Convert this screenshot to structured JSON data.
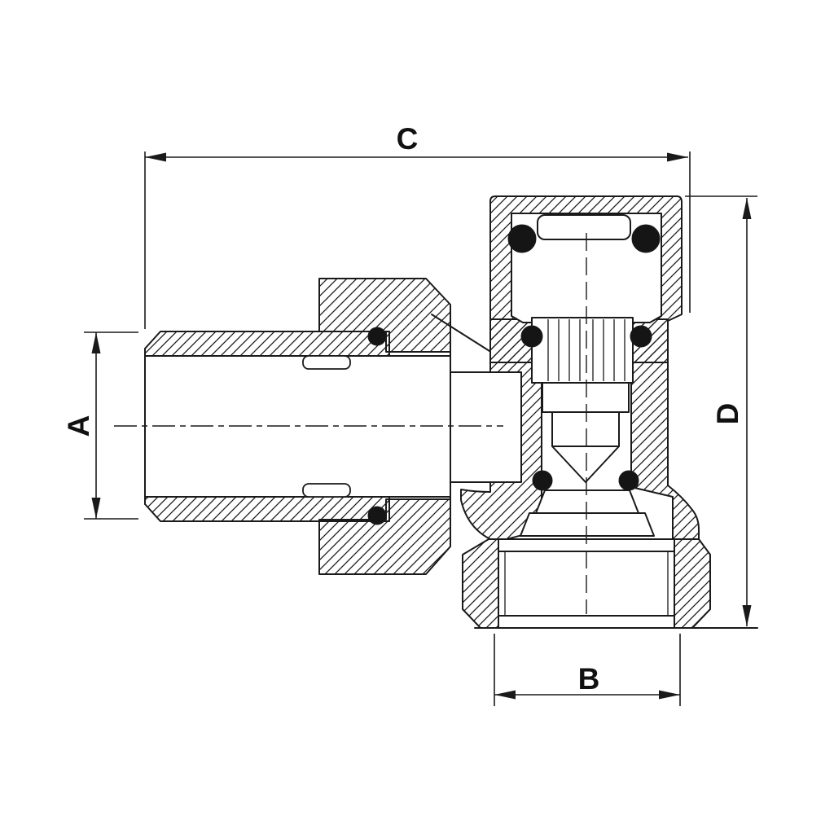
{
  "page": {
    "title": "Angle valve cross-section technical drawing",
    "background_color": "#ffffff",
    "line_color": "#1a1a1a",
    "seal_color": "#151515"
  },
  "drawing": {
    "type": "sectional technical drawing",
    "subject": "angle radiator valve / fitting cross-section with O-ring seals",
    "dimensions": {
      "a": {
        "label": "A",
        "orientation": "vertical-left"
      },
      "b": {
        "label": "B",
        "orientation": "horizontal-bottom"
      },
      "c": {
        "label": "C",
        "orientation": "horizontal-top"
      },
      "d": {
        "label": "D",
        "orientation": "vertical-right"
      }
    }
  }
}
